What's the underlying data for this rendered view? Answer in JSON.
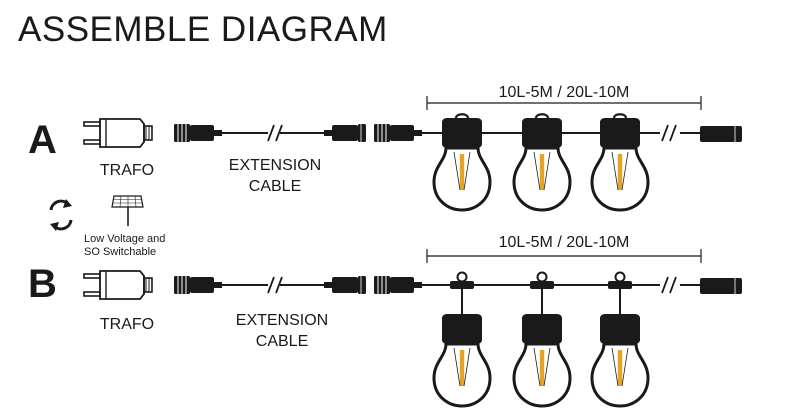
{
  "title": "ASSEMBLE DIAGRAM",
  "rows": [
    {
      "label": "A",
      "trafo": "TRAFO",
      "extension": [
        "EXTENSION",
        "CABLE"
      ],
      "span": "10L-5M / 20L-10M"
    },
    {
      "label": "B",
      "trafo": "TRAFO",
      "extension": [
        "EXTENSION",
        "CABLE"
      ],
      "span": "10L-5M / 20L-10M"
    }
  ],
  "switch_note": [
    "Low Voltage and",
    "SO Switchable"
  ],
  "icons": [
    "plug-icon",
    "connector-icon",
    "bulb-icon",
    "swap-arrows-icon",
    "solar-panel-icon"
  ]
}
